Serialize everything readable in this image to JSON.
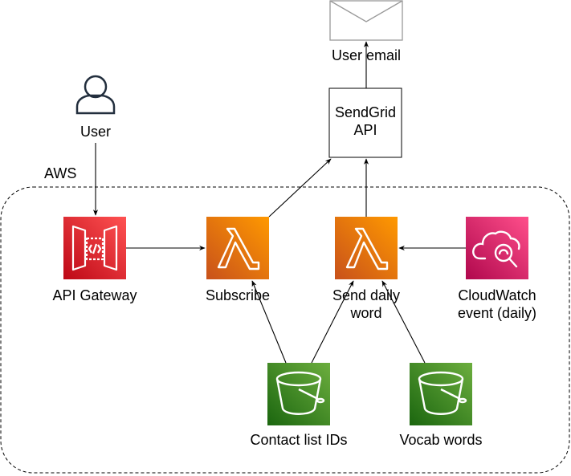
{
  "group": {
    "label": "AWS"
  },
  "nodes": {
    "email": {
      "label": "User email",
      "icon": "envelope-icon"
    },
    "sendgrid": {
      "label_line1": "SendGrid",
      "label_line2": "API"
    },
    "user": {
      "label": "User",
      "icon": "user-icon"
    },
    "api_gateway": {
      "label": "API Gateway",
      "icon": "api-gateway-icon"
    },
    "subscribe": {
      "label": "Subscribe",
      "icon": "lambda-icon"
    },
    "send_daily": {
      "label_line1": "Send daily",
      "label_line2": "word",
      "icon": "lambda-icon"
    },
    "cloudwatch": {
      "label_line1": "CloudWatch",
      "label_line2": "event (daily)",
      "icon": "cloudwatch-icon"
    },
    "contact_list": {
      "label": "Contact list IDs",
      "icon": "s3-bucket-icon"
    },
    "vocab": {
      "label": "Vocab words",
      "icon": "s3-bucket-icon"
    }
  },
  "colors": {
    "api_gateway": "#E7157B",
    "lambda": "#ED7100",
    "cloudwatch": "#E7157B",
    "s3": "#3F8624",
    "line": "#000000"
  }
}
